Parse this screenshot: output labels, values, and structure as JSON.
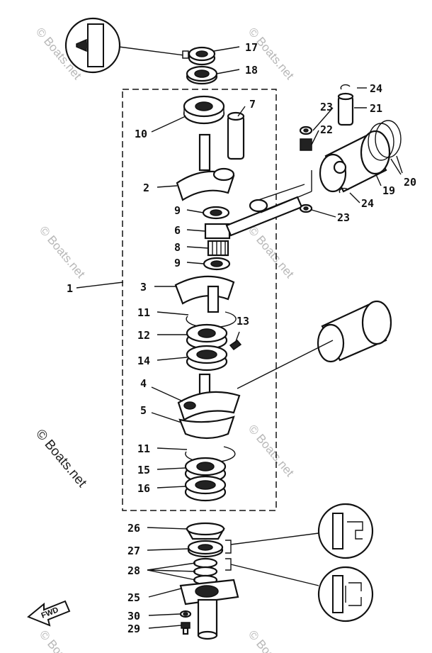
{
  "watermarks": {
    "primary": "© Boats.net",
    "faint": "© Boats.net"
  },
  "orientation": {
    "forward_label": "FWD"
  },
  "parts": [
    {
      "num": "1",
      "icon": "crankshaft-assembly-outline"
    },
    {
      "num": "2",
      "icon": "crank-half-upper"
    },
    {
      "num": "3",
      "icon": "crank-web"
    },
    {
      "num": "4",
      "icon": "crank-with-pin"
    },
    {
      "num": "5",
      "icon": "crank-half-lower"
    },
    {
      "num": "6",
      "icon": "connecting-rod"
    },
    {
      "num": "7",
      "icon": "crank-pin"
    },
    {
      "num": "8",
      "icon": "needle-bearing"
    },
    {
      "num": "9",
      "icon": "thrust-washer"
    },
    {
      "num": "10",
      "icon": "ball-bearing"
    },
    {
      "num": "11",
      "icon": "snap-ring"
    },
    {
      "num": "12",
      "icon": "ball-bearing"
    },
    {
      "num": "13",
      "icon": "dowel-pin"
    },
    {
      "num": "14",
      "icon": "bearing-housing"
    },
    {
      "num": "15",
      "icon": "ball-bearing"
    },
    {
      "num": "16",
      "icon": "bearing-housing"
    },
    {
      "num": "17",
      "icon": "oil-seal"
    },
    {
      "num": "18",
      "icon": "oil-seal-washer"
    },
    {
      "num": "19",
      "icon": "piston"
    },
    {
      "num": "20",
      "icon": "piston-ring-set"
    },
    {
      "num": "21",
      "icon": "piston-pin"
    },
    {
      "num": "22",
      "icon": "small-end-bearing"
    },
    {
      "num": "23",
      "icon": "washer"
    },
    {
      "num": "24",
      "icon": "circlip"
    },
    {
      "num": "25",
      "icon": "lower-bearing-housing"
    },
    {
      "num": "26",
      "icon": "cap"
    },
    {
      "num": "27",
      "icon": "oil-seal"
    },
    {
      "num": "28",
      "icon": "seal-set"
    },
    {
      "num": "29",
      "icon": "bolt"
    },
    {
      "num": "30",
      "icon": "spring-washer"
    }
  ]
}
